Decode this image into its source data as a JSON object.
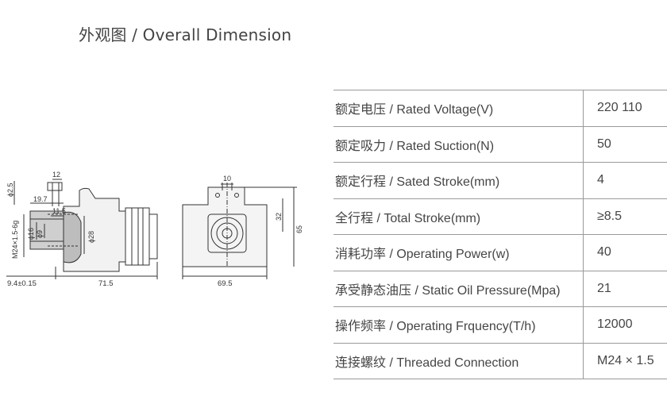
{
  "header": {
    "title": "外观图 / Overall Dimension"
  },
  "drawing": {
    "side_view": {
      "dim_12": "12",
      "dim_phi2_5": "ϕ2.5",
      "dim_19_7": "19.7",
      "dim_11_5": "11.5",
      "dim_thread": "M24×1.5-6g",
      "dim_phi16": "ϕ16",
      "dim_phi9": "ϕ9",
      "dim_phi28": "ϕ28",
      "dim_9_4": "9.4±0.15",
      "dim_71_5": "71.5"
    },
    "front_view": {
      "dim_10": "10",
      "dim_32": "32",
      "dim_65": "65",
      "dim_69_5": "69.5"
    }
  },
  "specs": {
    "rows": [
      {
        "param": "额定电压 / Rated Voltage(V)",
        "value": "220  110"
      },
      {
        "param": "额定吸力 / Rated Suction(N)",
        "value": "50"
      },
      {
        "param": "额定行程 / Sated Stroke(mm)",
        "value": "4"
      },
      {
        "param": "全行程 / Total Stroke(mm)",
        "value": "≥8.5"
      },
      {
        "param": "消耗功率 / Operating Power(w)",
        "value": "40"
      },
      {
        "param": "承受静态油压 / Static Oil Pressure(Mpa)",
        "value": "21"
      },
      {
        "param": "操作频率 / Operating Frquency(T/h)",
        "value": "12000"
      },
      {
        "param": "连接螺纹 / Threaded Connection",
        "value": "M24 × 1.5"
      }
    ]
  }
}
